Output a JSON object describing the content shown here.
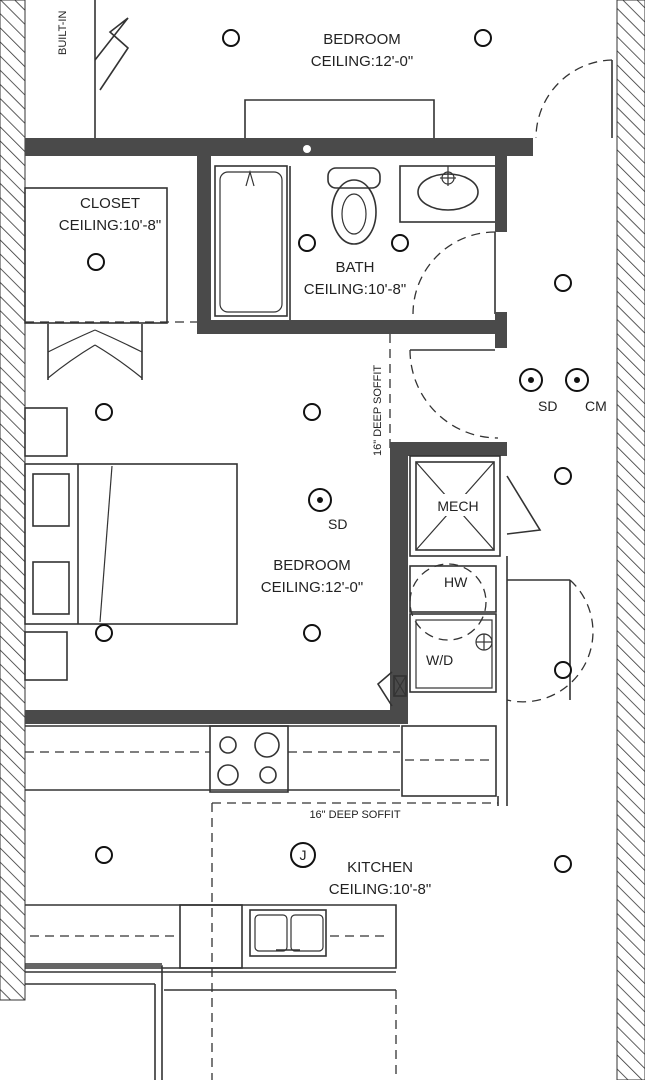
{
  "rooms": {
    "bedroom_top": {
      "name": "BEDROOM",
      "ceiling": "CEILING:12'-0\""
    },
    "closet": {
      "name": "CLOSET",
      "ceiling": "CEILING:10'-8\""
    },
    "bath": {
      "name": "BATH",
      "ceiling": "CEILING:10'-8\""
    },
    "bedroom_main": {
      "name": "BEDROOM",
      "ceiling": "CEILING:12'-0\""
    },
    "kitchen": {
      "name": "KITCHEN",
      "ceiling": "CEILING:10'-8\""
    }
  },
  "labels": {
    "built_in": "BUILT-IN",
    "soffit_vertical": "16\" DEEP SOFFIT",
    "soffit_horizontal": "16\" DEEP SOFFIT",
    "mech": "MECH",
    "hw": "HW",
    "wd": "W/D",
    "sd_bedroom": "SD",
    "sd_hall": "SD",
    "cm_hall": "CM",
    "junction": "J"
  },
  "icons": {
    "ceiling_light": "circle",
    "smoke_detector": "dotted-circle",
    "junction_box": "circled-letter"
  }
}
